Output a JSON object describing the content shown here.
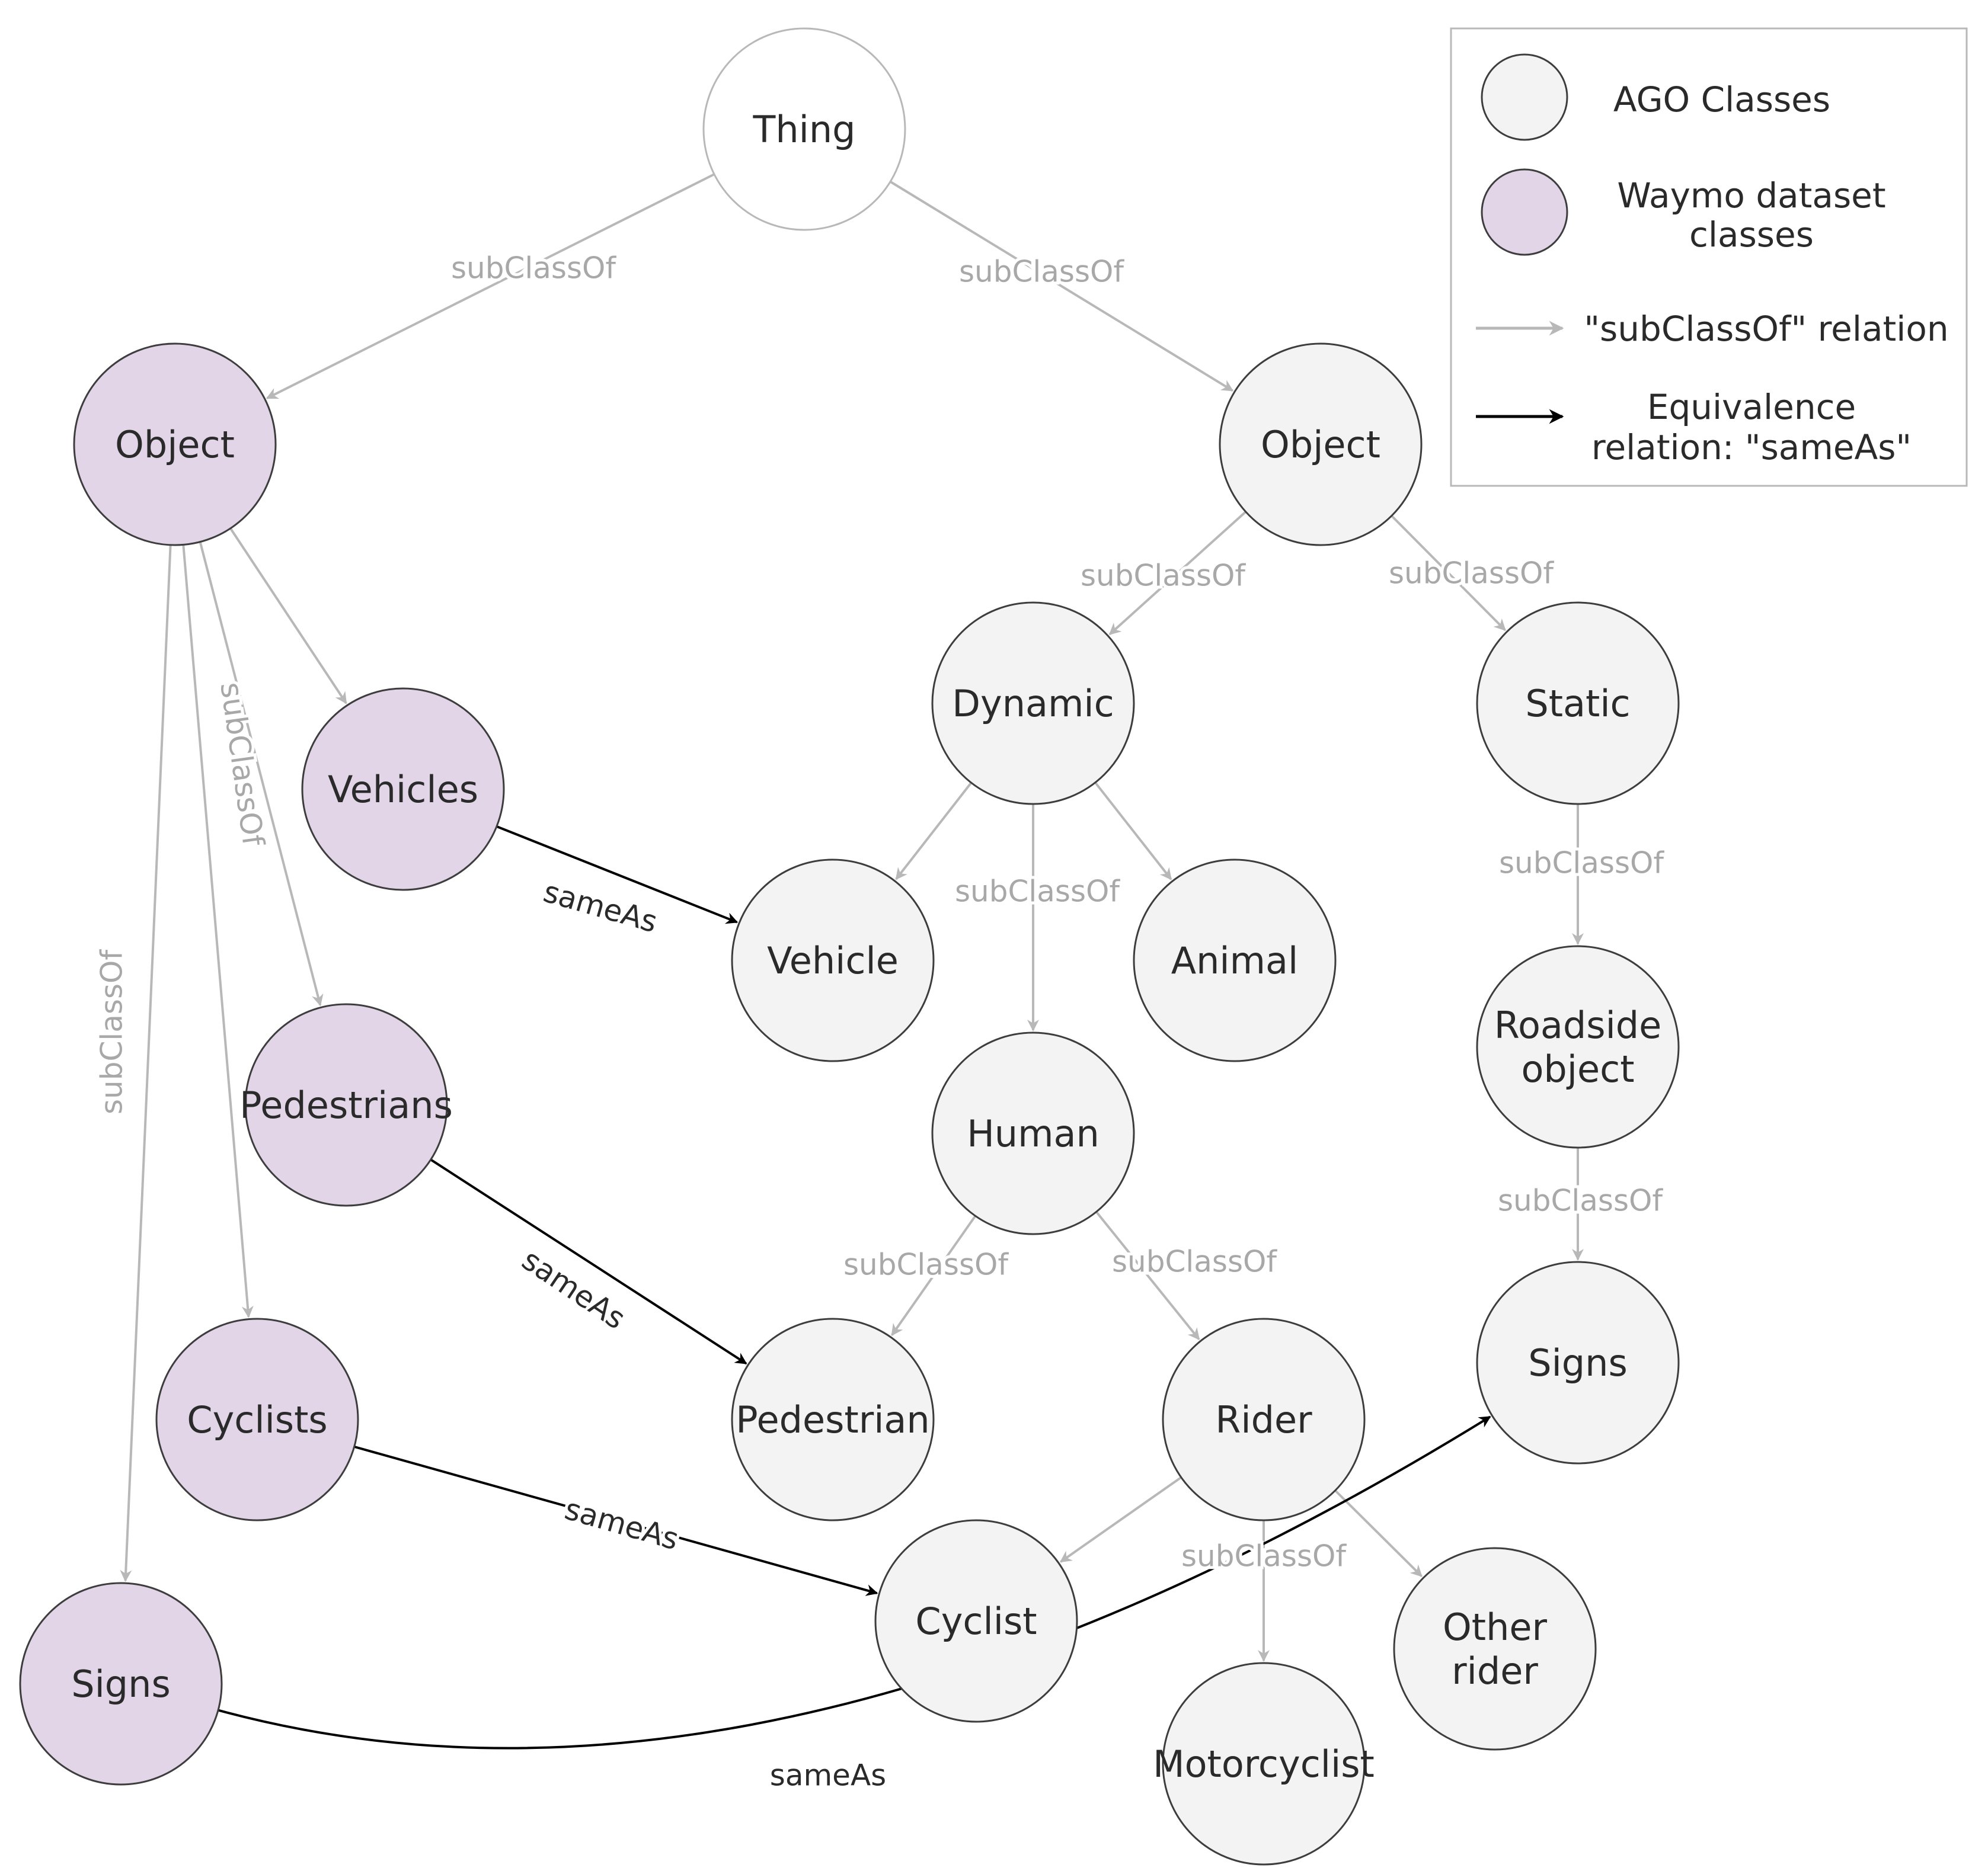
{
  "colors": {
    "ago_fill": "#f3f3f3",
    "ago_stroke": "#3d3d3d",
    "waymo_fill": "#e1d5e7",
    "waymo_stroke": "#3d3d3d",
    "thing_fill": "#ffffff",
    "thing_stroke": "#b8b8b8",
    "subclass_edge": "#b8b8b8",
    "subclass_text": "#a8a8a8",
    "sameas_edge": "#000000",
    "sameas_text": "#2a2a2a"
  },
  "nodes": [
    {
      "id": "thing",
      "label": [
        "Thing"
      ],
      "kind": "thing"
    },
    {
      "id": "waymo-object",
      "label": [
        "Object"
      ],
      "kind": "waymo"
    },
    {
      "id": "ago-object",
      "label": [
        "Object"
      ],
      "kind": "ago"
    },
    {
      "id": "dynamic",
      "label": [
        "Dynamic"
      ],
      "kind": "ago"
    },
    {
      "id": "static",
      "label": [
        "Static"
      ],
      "kind": "ago"
    },
    {
      "id": "waymo-vehicles",
      "label": [
        "Vehicles"
      ],
      "kind": "waymo"
    },
    {
      "id": "ago-vehicle",
      "label": [
        "Vehicle"
      ],
      "kind": "ago"
    },
    {
      "id": "animal",
      "label": [
        "Animal"
      ],
      "kind": "ago"
    },
    {
      "id": "roadside-object",
      "label": [
        "Roadside",
        "object"
      ],
      "kind": "ago"
    },
    {
      "id": "waymo-pedestrians",
      "label": [
        "Pedestrians"
      ],
      "kind": "waymo"
    },
    {
      "id": "human",
      "label": [
        "Human"
      ],
      "kind": "ago"
    },
    {
      "id": "ago-pedestrian",
      "label": [
        "Pedestrian"
      ],
      "kind": "ago"
    },
    {
      "id": "rider",
      "label": [
        "Rider"
      ],
      "kind": "ago"
    },
    {
      "id": "ago-signs",
      "label": [
        "Signs"
      ],
      "kind": "ago"
    },
    {
      "id": "waymo-cyclists",
      "label": [
        "Cyclists"
      ],
      "kind": "waymo"
    },
    {
      "id": "ago-cyclist",
      "label": [
        "Cyclist"
      ],
      "kind": "ago"
    },
    {
      "id": "other-rider",
      "label": [
        "Other",
        "rider"
      ],
      "kind": "ago"
    },
    {
      "id": "waymo-signs",
      "label": [
        "Signs"
      ],
      "kind": "waymo"
    },
    {
      "id": "motorcyclist",
      "label": [
        "Motorcyclist"
      ],
      "kind": "ago"
    }
  ],
  "edges": [
    {
      "id": "thing-to-waymo-object",
      "from": "thing",
      "to": "waymo-object",
      "kind": "subClassOf",
      "label": "subClassOf"
    },
    {
      "id": "thing-to-ago-object",
      "from": "thing",
      "to": "ago-object",
      "kind": "subClassOf",
      "label": "subClassOf"
    },
    {
      "id": "ago-object-to-dynamic",
      "from": "ago-object",
      "to": "dynamic",
      "kind": "subClassOf",
      "label": "subClassOf"
    },
    {
      "id": "ago-object-to-static",
      "from": "ago-object",
      "to": "static",
      "kind": "subClassOf",
      "label": "subClassOf"
    },
    {
      "id": "dynamic-to-vehicle",
      "from": "dynamic",
      "to": "ago-vehicle",
      "kind": "subClassOf",
      "label": ""
    },
    {
      "id": "dynamic-to-human",
      "from": "dynamic",
      "to": "human",
      "kind": "subClassOf",
      "label": "subClassOf"
    },
    {
      "id": "dynamic-to-animal",
      "from": "dynamic",
      "to": "animal",
      "kind": "subClassOf",
      "label": ""
    },
    {
      "id": "static-to-roadside",
      "from": "static",
      "to": "roadside-object",
      "kind": "subClassOf",
      "label": "subClassOf"
    },
    {
      "id": "roadside-to-signs",
      "from": "roadside-object",
      "to": "ago-signs",
      "kind": "subClassOf",
      "label": "subClassOf"
    },
    {
      "id": "human-to-pedestrian",
      "from": "human",
      "to": "ago-pedestrian",
      "kind": "subClassOf",
      "label": "subClassOf"
    },
    {
      "id": "human-to-rider",
      "from": "human",
      "to": "rider",
      "kind": "subClassOf",
      "label": "subClassOf"
    },
    {
      "id": "rider-to-cyclist",
      "from": "rider",
      "to": "ago-cyclist",
      "kind": "subClassOf",
      "label": ""
    },
    {
      "id": "rider-to-motorcyclist",
      "from": "rider",
      "to": "motorcyclist",
      "kind": "subClassOf",
      "label": "subClassOf"
    },
    {
      "id": "rider-to-other-rider",
      "from": "rider",
      "to": "other-rider",
      "kind": "subClassOf",
      "label": ""
    },
    {
      "id": "waymo-object-to-vehicles",
      "from": "waymo-object",
      "to": "waymo-vehicles",
      "kind": "subClassOf",
      "label": ""
    },
    {
      "id": "waymo-object-to-pedestrians",
      "from": "waymo-object",
      "to": "waymo-pedestrians",
      "kind": "subClassOf",
      "label": "subClassOf"
    },
    {
      "id": "waymo-object-to-cyclists",
      "from": "waymo-object",
      "to": "waymo-cyclists",
      "kind": "subClassOf",
      "label": ""
    },
    {
      "id": "waymo-object-to-signs",
      "from": "waymo-object",
      "to": "waymo-signs",
      "kind": "subClassOf",
      "label": "subClassOf"
    },
    {
      "id": "vehicles-sameas-vehicle",
      "from": "waymo-vehicles",
      "to": "ago-vehicle",
      "kind": "sameAs",
      "label": "sameAs"
    },
    {
      "id": "pedestrians-sameas-pedestrian",
      "from": "waymo-pedestrians",
      "to": "ago-pedestrian",
      "kind": "sameAs",
      "label": "sameAs"
    },
    {
      "id": "cyclists-sameas-cyclist",
      "from": "waymo-cyclists",
      "to": "ago-cyclist",
      "kind": "sameAs",
      "label": "sameAs"
    },
    {
      "id": "signs-sameas-signs",
      "from": "waymo-signs",
      "to": "ago-signs",
      "kind": "sameAs",
      "label": "sameAs"
    }
  ],
  "legend": {
    "ago_classes": "AGO Classes",
    "waymo_line1": "Waymo dataset",
    "waymo_line2": "classes",
    "subclass_relation": "\"subClassOf\" relation",
    "equivalence_line1": "Equivalence",
    "equivalence_line2": "relation: \"sameAs\""
  }
}
